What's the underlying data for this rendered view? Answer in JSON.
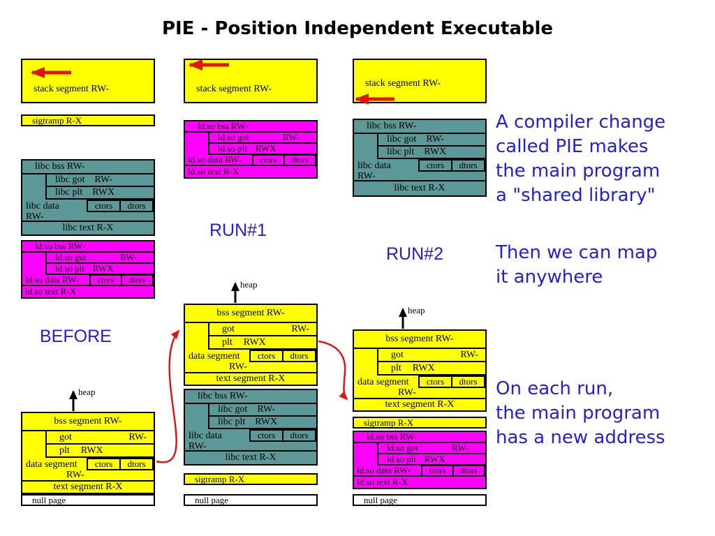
{
  "title": "PIE - Position Independent Executable",
  "colors": {
    "segment_yellow": "#FFFF00",
    "segment_magenta": "#FF00FF",
    "segment_teal": "#5C9898",
    "annotation_blue": "#2222CC",
    "arrow_red": "#E01414",
    "null_page_white": "#FFFFFF"
  },
  "labels": {
    "before": "BEFORE",
    "run1": "RUN#1",
    "run2": "RUN#2",
    "heap": "heap"
  },
  "stack": {
    "label": "stack segment RW-"
  },
  "sigtramp": {
    "label": "sigtramp R-X"
  },
  "null_page": {
    "label": "null page"
  },
  "libc": {
    "bss": "libc bss RW-",
    "got": "libc got",
    "got_perm": "RW-",
    "plt": "libc plt",
    "plt_perm": "RWX",
    "data": "libc data",
    "data_perm": "RW-",
    "ctors": "ctors",
    "dtors": "dtors",
    "text": "libc text R-X"
  },
  "ldso": {
    "bss": "ld.so bss RW-",
    "got": "ld.so got",
    "got_perm": "RW-",
    "plt": "ld.so plt",
    "plt_perm": "RWX",
    "data": "ld.so data RW-",
    "ctors": "ctors",
    "dtors": "dtors",
    "text": "ld.so text R-X"
  },
  "main": {
    "bss": "bss segment RW-",
    "got": "got",
    "got_perm": "RW-",
    "plt": "plt",
    "plt_perm": "RWX",
    "data": "data segment",
    "data_perm": "RW-",
    "ctors": "ctors",
    "dtors": "dtors",
    "text": "text segment R-X"
  },
  "annotations": {
    "compiler": [
      "A compiler change",
      "called PIE makes",
      "the main program",
      "a \"shared library\""
    ],
    "map": [
      "Then we can map",
      "it anywhere"
    ],
    "address": [
      "On each run,",
      "the main program",
      "has a new address"
    ]
  }
}
